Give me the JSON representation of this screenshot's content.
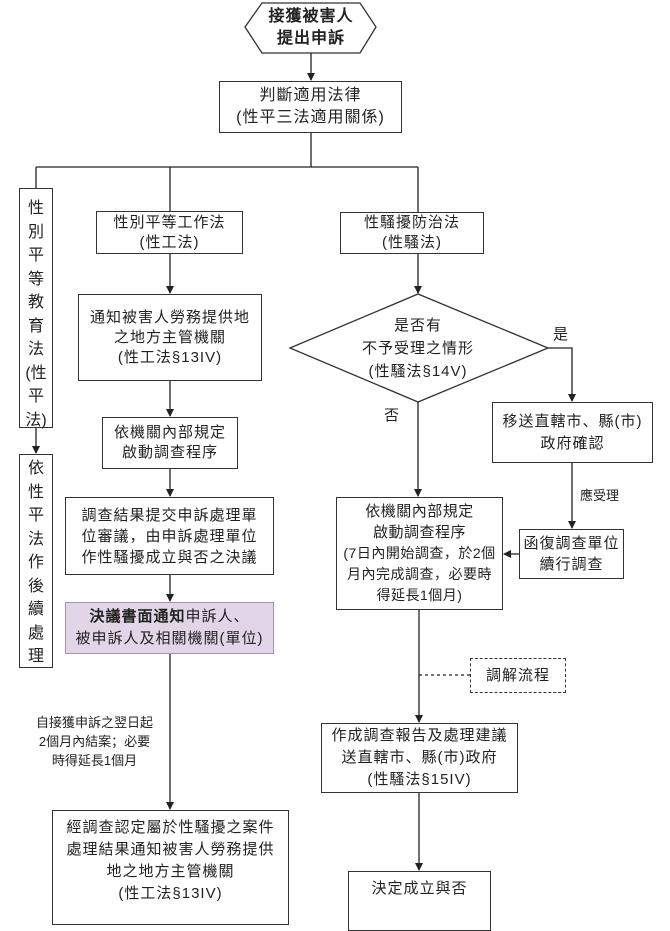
{
  "colors": {
    "line": "#333333",
    "written_notice_fill": "#e1d5e7"
  },
  "start": {
    "lines": [
      "接獲被害人",
      "提出申訴"
    ]
  },
  "determine_law": {
    "lines": [
      "判斷適用法律",
      "(性平三法適用關係)"
    ]
  },
  "gender_equity_education_act": {
    "chars": [
      "性",
      "別",
      "平",
      "等",
      "教",
      "育",
      "法",
      "(性",
      "平",
      "法)"
    ]
  },
  "follow_up_under_act": {
    "chars": [
      "依",
      "性",
      "平",
      "法",
      "作",
      "後",
      "續",
      "處",
      "理"
    ]
  },
  "gender_equality_employment_act": {
    "lines": [
      "性別平等工作法",
      "(性工法)"
    ]
  },
  "notify_labor_authority": {
    "lines": [
      "通知被害人勞務提供地",
      "之地方主管機關",
      "(性工法§13IV)"
    ]
  },
  "start_investigation_left": {
    "lines": [
      "依機關內部規定",
      "啟動調查程序"
    ]
  },
  "submit_results": {
    "lines": [
      "調查結果提交申訴處理單",
      "位審議，由申訴處理單位",
      "作性騷擾成立與否之決議"
    ]
  },
  "written_notice": {
    "bold_part": "決議書面通知",
    "line1_rest": "申訴人、",
    "line2": "被申訴人及相關機關(單位)"
  },
  "deadline_note": {
    "lines": [
      "自接獲申訴之翌日起",
      "2個月內結案；必要",
      "時得延長1個月"
    ]
  },
  "final_notify": {
    "lines": [
      "經調查認定屬於性騷擾之案件",
      "處理結果通知被害人勞務提供",
      "地之地方主管機關",
      "(性工法§13IV)"
    ]
  },
  "sexual_harassment_prevention_act": {
    "lines": [
      "性騷擾防治法",
      "(性騷法)"
    ]
  },
  "decision": {
    "lines": [
      "是否有",
      "不予受理之情形",
      "(性騷法§14V)"
    ]
  },
  "yes_label": "是",
  "no_label": "否",
  "transfer_gov": {
    "lines": [
      "移送直轄市、縣(市)",
      "政府確認"
    ]
  },
  "should_accept_label": "應受理",
  "reply_unit": {
    "lines": [
      "函復調查單位",
      "續行調查"
    ]
  },
  "start_investigation_right": {
    "lines": [
      "依機關內部規定",
      "啟動調查程序",
      "(7日內開始調查，於2個",
      "月內完成調查，必要時",
      "得延長1個月)"
    ]
  },
  "mediation": "調解流程",
  "report": {
    "lines": [
      "作成調查報告及處理建議",
      "送直轄市、縣(市)政府",
      "(性騷法§15IV)"
    ]
  },
  "decide": {
    "lines": [
      "決定成立與否"
    ]
  }
}
